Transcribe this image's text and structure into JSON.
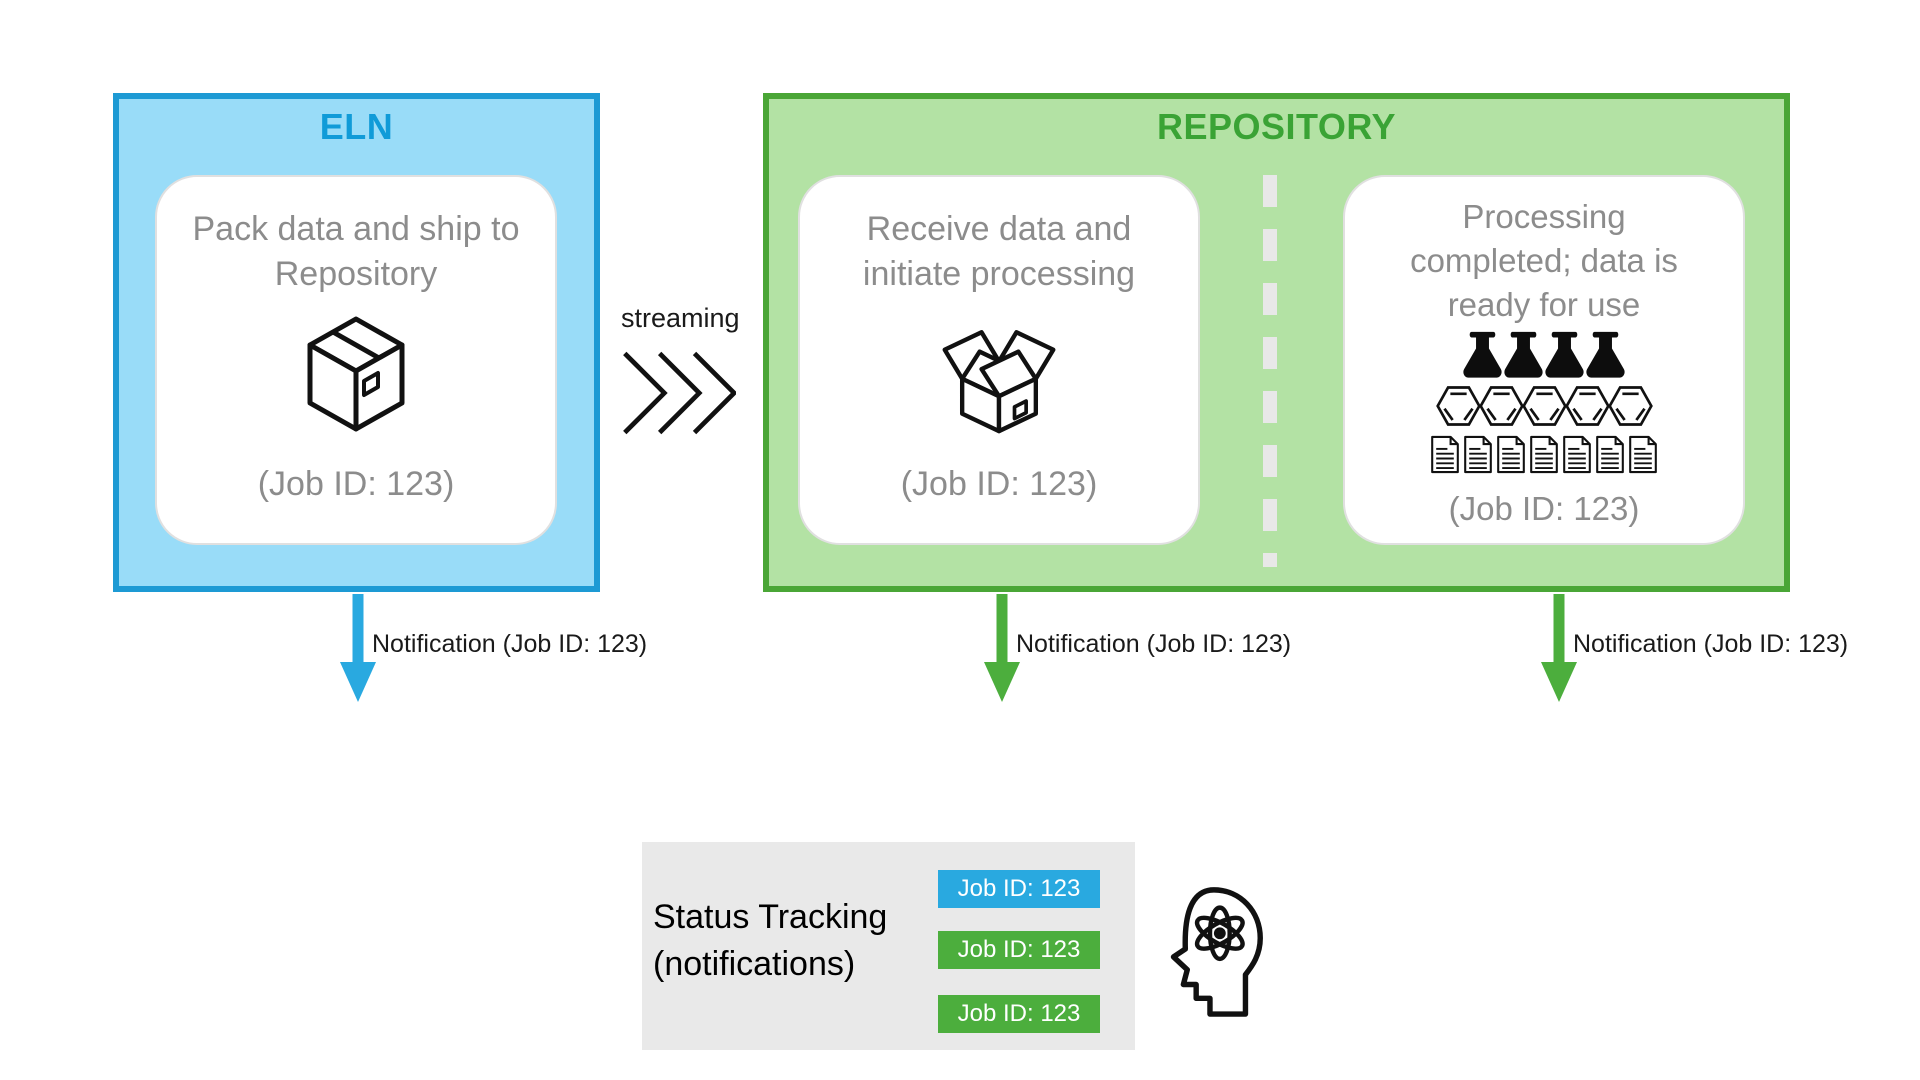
{
  "eln": {
    "title": "ELN",
    "card": {
      "line1": "Pack data and ship to",
      "line2": "Repository",
      "job": "(Job ID: 123)"
    }
  },
  "streaming": {
    "label": "streaming"
  },
  "repository": {
    "title": "REPOSITORY",
    "card_receive": {
      "line1": "Receive data and",
      "line2": "initiate processing",
      "job": "(Job ID: 123)"
    },
    "card_processed": {
      "line1": "Processing",
      "line2": "completed; data is",
      "line3": "ready for use",
      "flask_count": 4,
      "hexagon_count": 5,
      "document_count": 7,
      "job": "(Job ID: 123)"
    }
  },
  "notifications": [
    {
      "label": "Notification (Job ID: 123)",
      "color": "#29a9e0"
    },
    {
      "label": "Notification (Job ID: 123)",
      "color": "#4cae3d"
    },
    {
      "label": "Notification (Job ID: 123)",
      "color": "#4cae3d"
    }
  ],
  "status_tracking": {
    "title_line1": "Status Tracking",
    "title_line2": "(notifications)",
    "badges": [
      {
        "label": "Job ID: 123",
        "color": "#29a9e0"
      },
      {
        "label": "Job ID: 123",
        "color": "#4cae3d"
      },
      {
        "label": "Job ID: 123",
        "color": "#4cae3d"
      }
    ]
  },
  "colors": {
    "eln_border": "#1d9ad4",
    "eln_fill": "#99dcf8",
    "eln_title": "#109bd8",
    "repo_border": "#4aa636",
    "repo_fill": "#b3e2a4",
    "repo_title": "#3aa335",
    "blue_accent": "#29a9e0",
    "green_accent": "#4cae3d",
    "card_text": "#8c8c8c",
    "panel_bg": "#e9e9e9",
    "dash": "#e8e8e8"
  }
}
